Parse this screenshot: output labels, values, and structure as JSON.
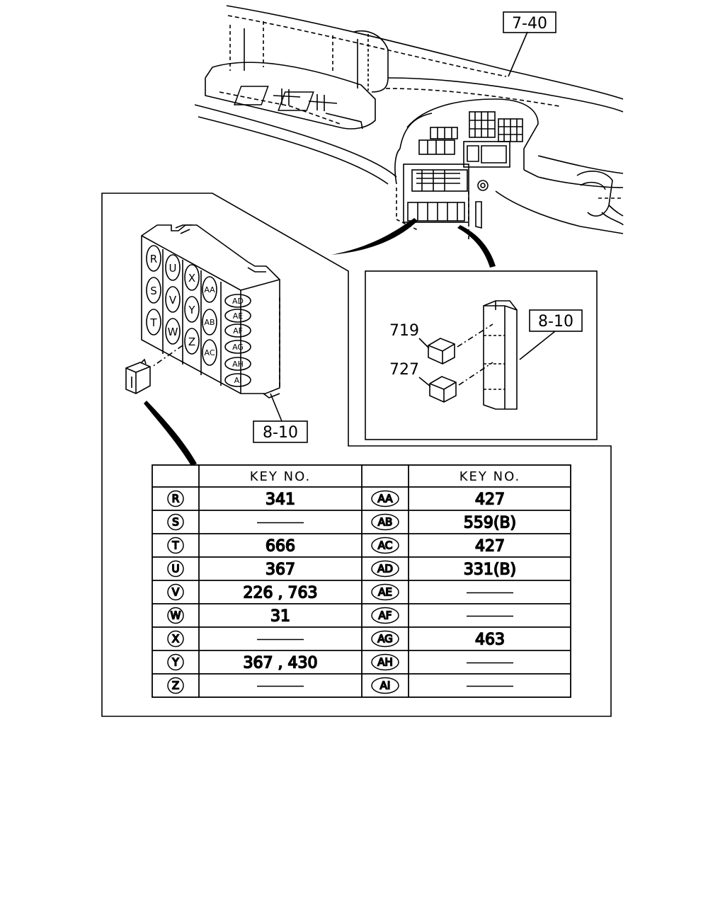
{
  "references": {
    "top_ref": "7-40",
    "inset_ref": "8-10",
    "main_ref": "8-10"
  },
  "callouts": {
    "relay_a": "719",
    "relay_b": "727"
  },
  "block_keys": {
    "col1": [
      "R",
      "S",
      "T"
    ],
    "col2": [
      "U",
      "V",
      "W"
    ],
    "col3": [
      "X",
      "Y",
      "Z"
    ],
    "col4": [
      "AA",
      "AB",
      "AC"
    ],
    "col5": [
      "AD",
      "AE",
      "AF",
      "AG",
      "AH",
      "AI"
    ]
  },
  "table": {
    "header": "KEY NO.",
    "rows": [
      {
        "left_key": "R",
        "left_value": "341",
        "right_key": "AA",
        "right_value": "427"
      },
      {
        "left_key": "S",
        "left_value": "",
        "right_key": "AB",
        "right_value": "559(B)"
      },
      {
        "left_key": "T",
        "left_value": "666",
        "right_key": "AC",
        "right_value": "427"
      },
      {
        "left_key": "U",
        "left_value": "367",
        "right_key": "AD",
        "right_value": "331(B)"
      },
      {
        "left_key": "V",
        "left_value": "226 , 763",
        "right_key": "AE",
        "right_value": ""
      },
      {
        "left_key": "W",
        "left_value": "31",
        "right_key": "AF",
        "right_value": ""
      },
      {
        "left_key": "X",
        "left_value": "",
        "right_key": "AG",
        "right_value": "463"
      },
      {
        "left_key": "Y",
        "left_value": "367 , 430",
        "right_key": "AH",
        "right_value": ""
      },
      {
        "left_key": "Z",
        "left_value": "",
        "right_key": "AI",
        "right_value": ""
      }
    ]
  }
}
